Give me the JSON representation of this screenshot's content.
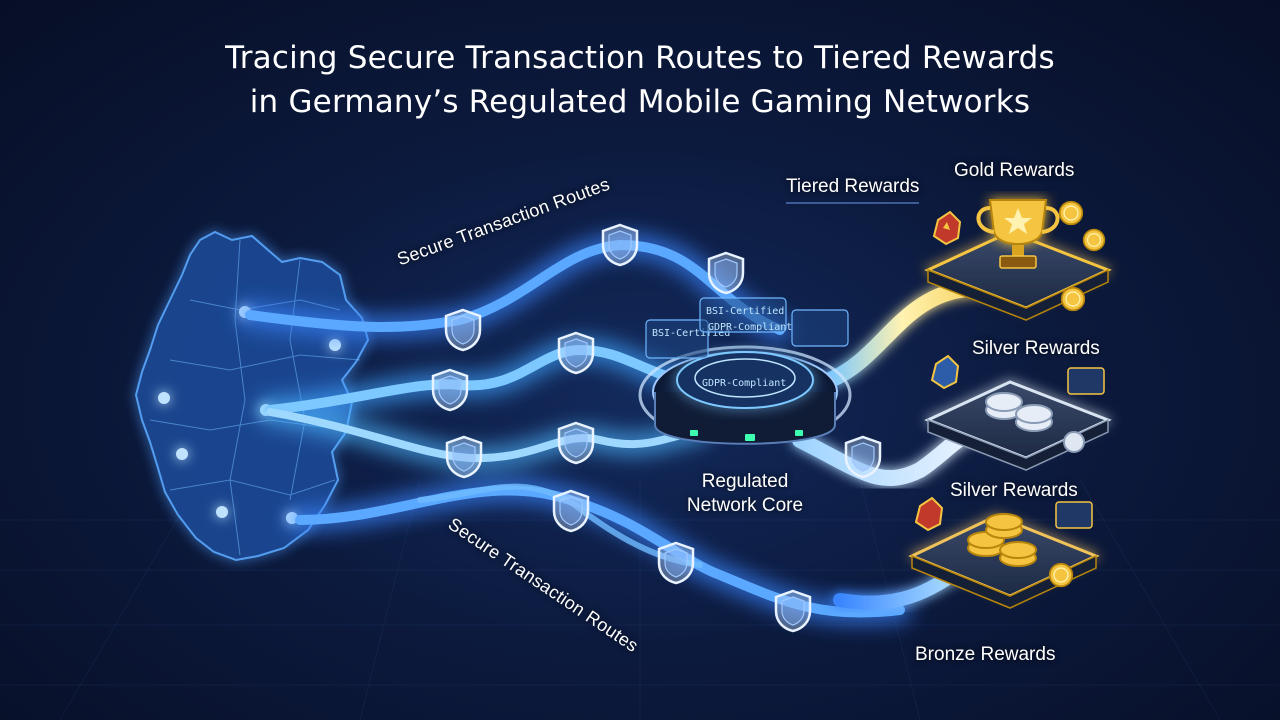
{
  "title": {
    "line1": "Tracing Secure Transaction Routes to Tiered Rewards",
    "line2": "in Germany’s Regulated Mobile Gaming Networks"
  },
  "labels": {
    "tiered_rewards": "Tiered Rewards",
    "gold_rewards": "Gold Rewards",
    "silver_rewards_1": "Silver Rewards",
    "silver_rewards_2": "Silver Rewards",
    "bronze_rewards": "Bronze Rewards",
    "route_upper": "Secure Transaction Routes",
    "route_lower": "Secure Transaction Routes",
    "core_line1": "Regulated",
    "core_line2": "Network Core"
  },
  "core_badges": {
    "left": "BSI-Certified",
    "top": "BSI-Certified",
    "right": "GDPR-Compliant",
    "ring": "GDPR-Compliant"
  },
  "colors": {
    "route_blue": "#3a86ff",
    "route_glow": "#7cc8ff",
    "gold": "#f5c542",
    "silver": "#d9e4f2",
    "bronze_route": "#f0c35a",
    "map_fill": "#1f4f9c"
  },
  "icons": [
    "shield-icon",
    "trophy-icon",
    "coin-icon",
    "medal-icon",
    "germany-map",
    "network-core"
  ]
}
